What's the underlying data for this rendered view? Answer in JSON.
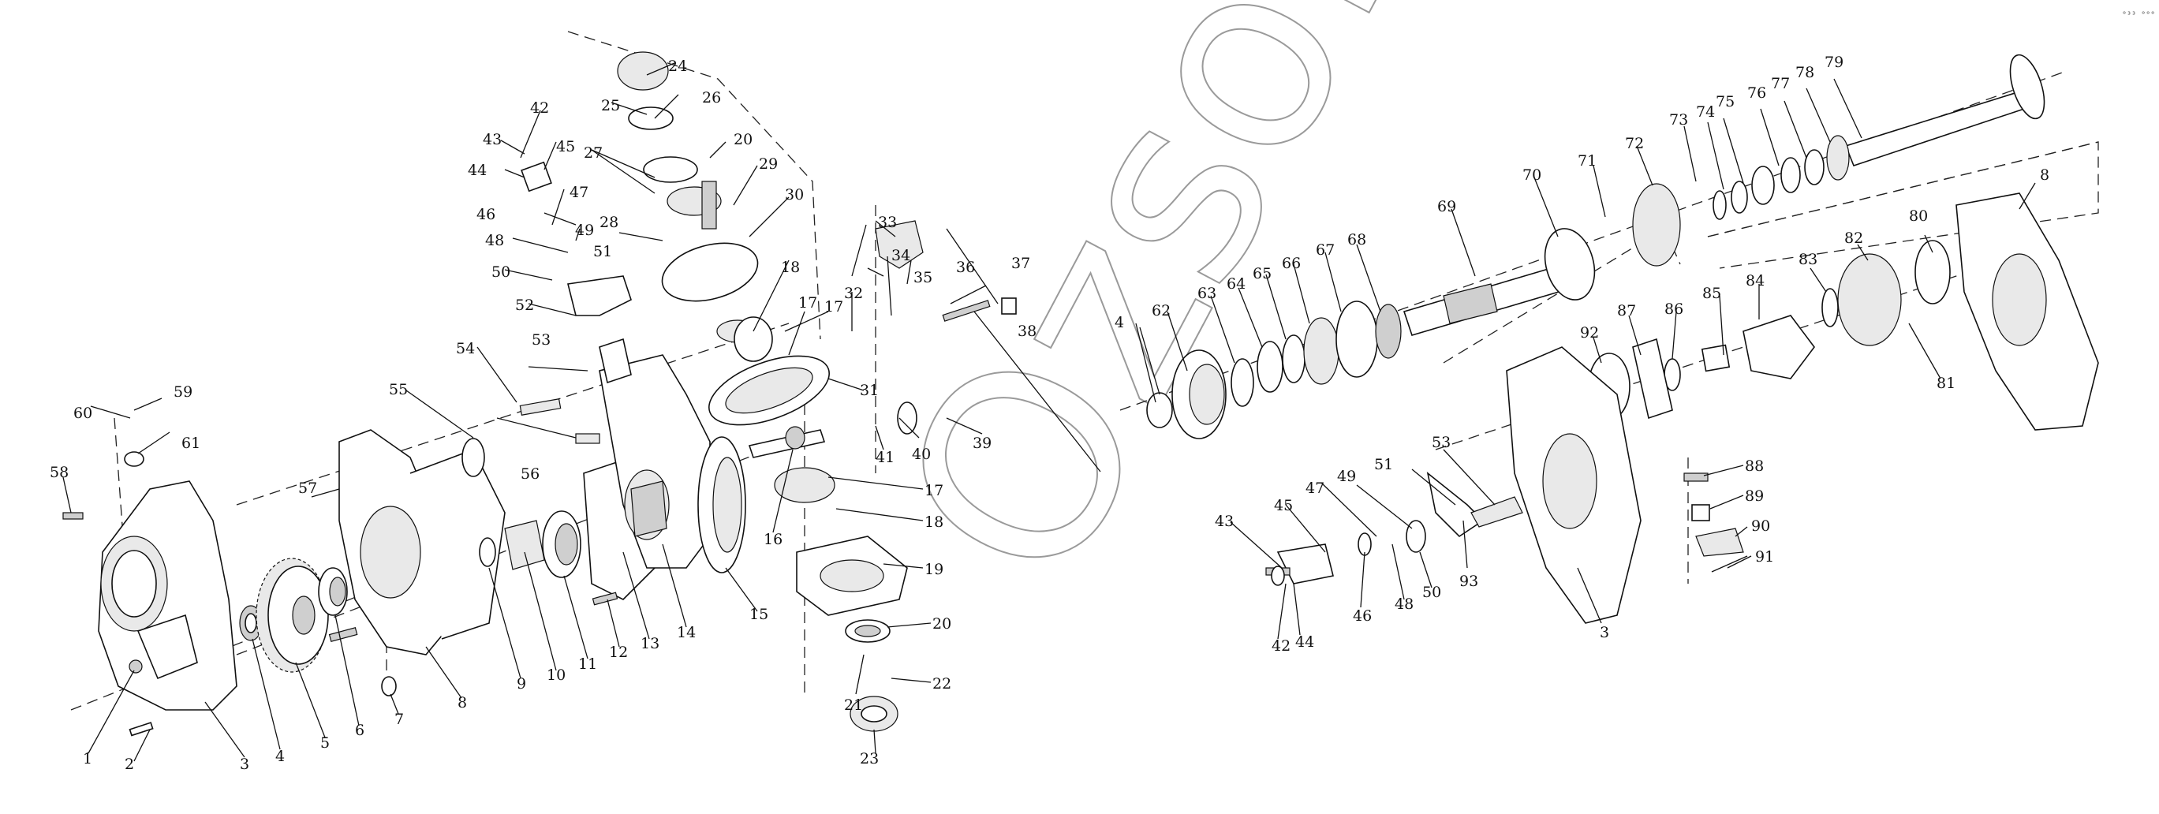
{
  "diagram": {
    "corner_code": "°³³ °°°",
    "watermark": "Ozsoft",
    "labels": [
      "1",
      "2",
      "3",
      "4",
      "5",
      "6",
      "7",
      "8",
      "9",
      "10",
      "11",
      "12",
      "13",
      "14",
      "15",
      "16",
      "17",
      "17",
      "17",
      "18",
      "18",
      "19",
      "20",
      "20",
      "21",
      "22",
      "23",
      "24",
      "25",
      "26",
      "27",
      "28",
      "29",
      "30",
      "31",
      "32",
      "33",
      "34",
      "35",
      "36",
      "37",
      "38",
      "39",
      "40",
      "41",
      "42",
      "42",
      "43",
      "43",
      "44",
      "44",
      "45",
      "45",
      "46",
      "46",
      "47",
      "47",
      "48",
      "48",
      "49",
      "49",
      "50",
      "50",
      "51",
      "51",
      "52",
      "53",
      "53",
      "54",
      "55",
      "56",
      "57",
      "58",
      "59",
      "60",
      "61",
      "62",
      "63",
      "64",
      "65",
      "66",
      "67",
      "68",
      "69",
      "70",
      "71",
      "72",
      "73",
      "74",
      "75",
      "76",
      "77",
      "78",
      "79",
      "8",
      "80",
      "81",
      "82",
      "83",
      "84",
      "85",
      "86",
      "87",
      "88",
      "89",
      "90",
      "91",
      "92",
      "93",
      "3",
      "4"
    ]
  }
}
